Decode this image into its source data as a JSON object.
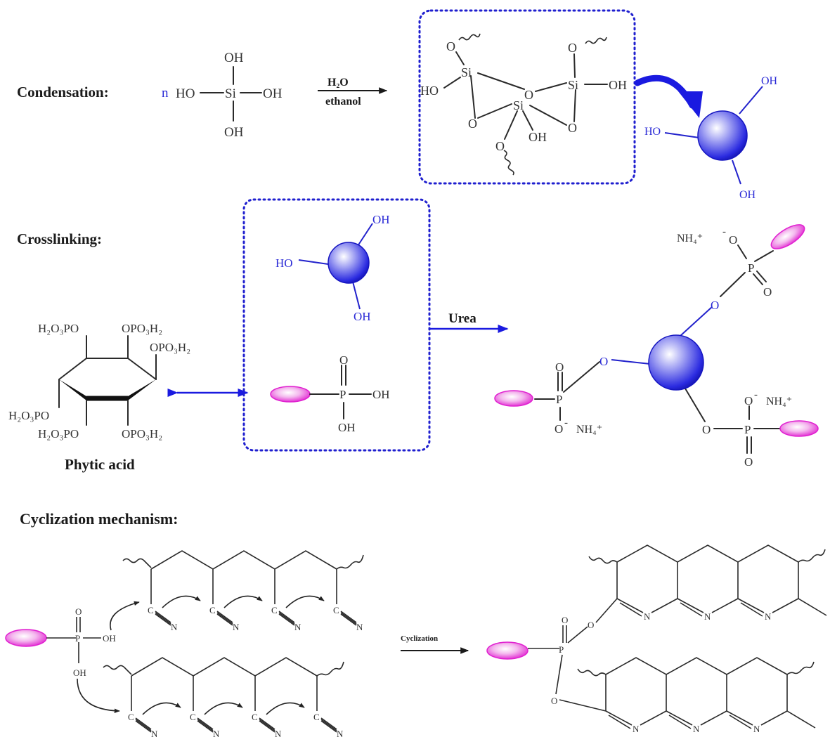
{
  "title": "Silica / phytic acid / urea reaction scheme",
  "colors": {
    "sphere_blue": "#2222dd",
    "ellipse_magenta": "#e020d0",
    "arrow_blue": "#1a1ae0",
    "text_dark": "#1a1a1a"
  },
  "condensation": {
    "heading": "Condensation:",
    "coefficient": "n",
    "reactant": {
      "center": "Si",
      "groups": [
        "OH",
        "OH",
        "OH",
        "HO"
      ]
    },
    "arrow_top": "H₂O",
    "arrow_bottom": "ethanol",
    "network_atoms": {
      "si": [
        "Si",
        "Si",
        "Si"
      ],
      "o": [
        "O",
        "O",
        "O",
        "O",
        "O",
        "O"
      ],
      "oh": [
        "HO",
        "OH",
        "OH"
      ]
    },
    "particle_groups": [
      "OH",
      "HO",
      "OH"
    ]
  },
  "crosslinking": {
    "heading": "Crosslinking:",
    "phytic_acid": {
      "name": "Phytic acid",
      "groups": [
        "H₂O₃PO",
        "OPO₃H₂",
        "OPO₃H₂",
        "H₂O₃PO",
        "H₂O₃PO",
        "OPO₃H₂"
      ]
    },
    "box_particle_groups": [
      "OH",
      "HO",
      "OH"
    ],
    "box_acid": {
      "center": "P",
      "double_o": "O",
      "groups": [
        "OH",
        "OH"
      ]
    },
    "reagent": "Urea",
    "product": {
      "bridge_o": [
        "O",
        "O",
        "O"
      ],
      "phosphorus": [
        "P",
        "P",
        "P"
      ],
      "double_o": [
        "O",
        "O",
        "O"
      ],
      "anion_o": [
        "O",
        "O",
        "O"
      ],
      "charge_minus": "-",
      "counter_ion": "NH₄⁺"
    }
  },
  "cyclization": {
    "heading": "Cyclization mechanism:",
    "reactant": {
      "center": "P",
      "double_o": "O",
      "groups": [
        "OH",
        "OH"
      ],
      "nitrile_c": "C",
      "nitrile_n": "N",
      "chains": 2,
      "nitriles_per_chain": 4
    },
    "arrow_label": "Cyclization",
    "product": {
      "center": "P",
      "double_o": "O",
      "ester_o": [
        "O",
        "O"
      ],
      "ring_n": "N",
      "rings_per_chain": 3
    }
  }
}
